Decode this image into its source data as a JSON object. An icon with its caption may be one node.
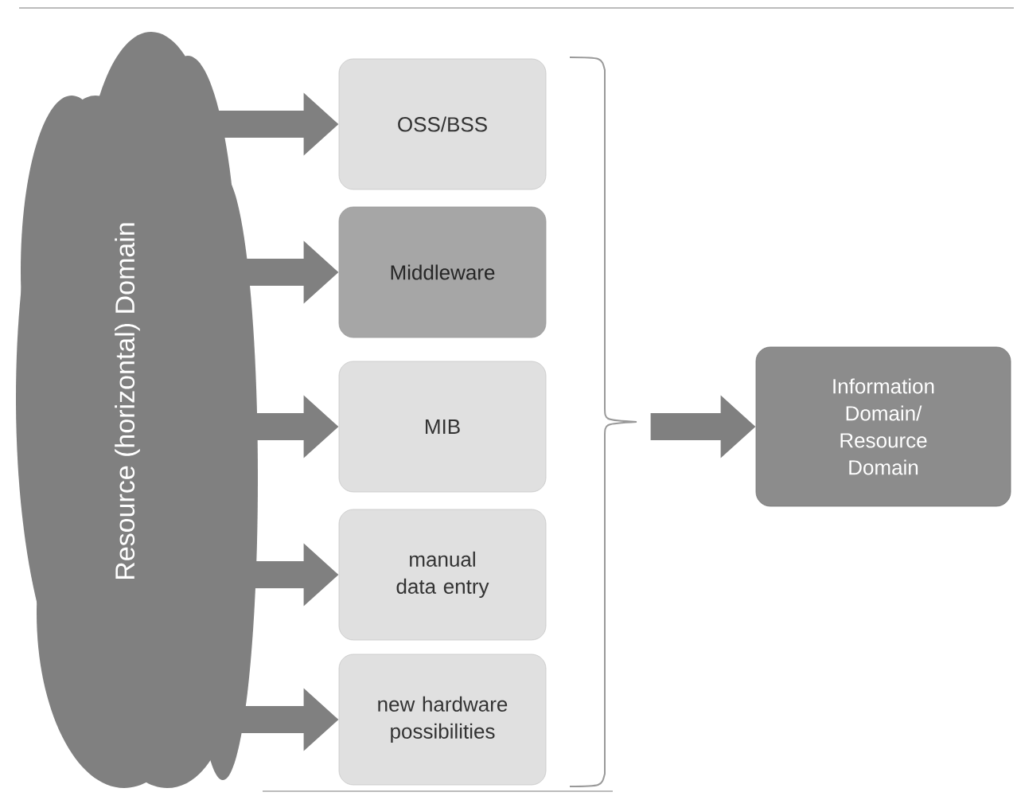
{
  "diagram": {
    "nodes": [
      {
        "text": [
          "Resource (horizontal) Domain"
        ]
      },
      {
        "text": [
          "OSS/BSS"
        ]
      },
      {
        "text": [
          "Middleware"
        ]
      },
      {
        "text": [
          "MIB"
        ]
      },
      {
        "text": [
          "manual data entry"
        ]
      },
      {
        "text": [
          "new hardware possibilities"
        ]
      },
      {
        "text": [
          "Information Domain/ Resource Domain"
        ]
      }
    ],
    "edges": [
      {
        "from": 0,
        "to": 1,
        "arrow": "to"
      },
      {
        "from": 0,
        "to": 2,
        "arrow": "to"
      },
      {
        "from": 0,
        "to": 3,
        "arrow": "to"
      },
      {
        "from": 0,
        "to": 4,
        "arrow": "to"
      },
      {
        "from": 0,
        "to": 5,
        "arrow": "to"
      },
      {
        "from": null,
        "to": 6,
        "arrow": "to"
      }
    ]
  }
}
